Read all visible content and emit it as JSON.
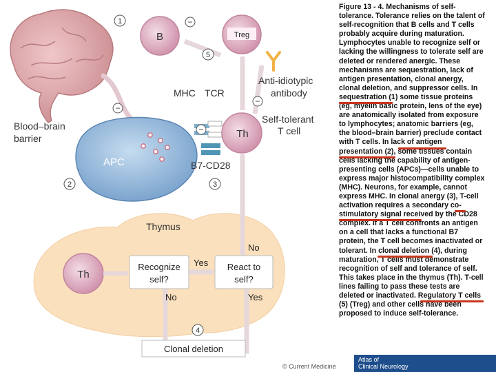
{
  "diagram": {
    "markers": [
      "1",
      "2",
      "3",
      "4",
      "5"
    ],
    "minus_signs": [
      "−",
      "−",
      "−",
      "−"
    ],
    "labels": {
      "b_cell": "B",
      "treg": "Treg",
      "anti_idiotypic": [
        "Anti-idiotypic",
        "antibody"
      ],
      "mhc": "MHC",
      "tcr": "TCR",
      "self_tolerant": [
        "Self-tolerant",
        "T cell"
      ],
      "th_top": "Th",
      "blood_brain": [
        "Blood–brain",
        "barrier"
      ],
      "apc": "APC",
      "b7_cd28": "B7-CD28",
      "thymus": "Thymus",
      "th_thymus": "Th",
      "recognize": [
        "Recognize",
        "self?"
      ],
      "react": [
        "React to",
        "self?"
      ],
      "yes_mid": "Yes",
      "no_right": "No",
      "no_left": "No",
      "yes_right": "Yes",
      "clonal_deletion": "Clonal deletion"
    }
  },
  "caption": {
    "lines": [
      "Figure 13 - 4. Mechanisms of self-",
      "tolerance. Tolerance relies on the talent of",
      "self-recognition that B cells and T cells",
      "probably acquire during maturation.",
      "Lymphocytes unable to recognize self or",
      "lacking the willingness to tolerate self are",
      "deleted or rendered anergic.  These",
      "mechanisms are sequestration, lack of",
      "antigen presentation, clonal anergy,",
      "clonal deletion, and suppressor cells. In",
      "sequestration (1) some tissue proteins",
      "(eg, myelin basic protein, lens of the eye)",
      "are anatomically isolated from exposure",
      "to lymphocytes; anatomic barriers (eg,",
      "the blood–brain barrier) preclude contact",
      "with T cells.  In lack of antigen",
      "presentation (2), some tissues contain",
      "cells lacking the capability of antigen-",
      "presenting cells (APCs)—cells unable to",
      "express major histocompatibility complex",
      "(MHC). Neurons, for example, cannot",
      "express MHC. In clonal anergy (3), T-cell",
      "activation requires a secondary co-",
      "stimulatory signal received by the CD28",
      "complex. If a T cell confronts an antigen",
      "on a cell that lacks a functional B7",
      "protein, the T cell becomes inactivated or",
      "tolerant. In clonal deletion (4), during",
      "maturation, T cells must demonstrate",
      "recognition of self and tolerance of self.",
      "This takes place in the thymus (Th). T-cell",
      "lines failing to pass these tests are",
      "deleted or inactivated. Regulatory T cells",
      "(5) (Treg) and other cells have been",
      "proposed to induce self-tolerance."
    ]
  },
  "footer": {
    "logo_line1": "Atlas of",
    "logo_line2": "Clinical Neurology",
    "credit": "© Current Medicine"
  }
}
